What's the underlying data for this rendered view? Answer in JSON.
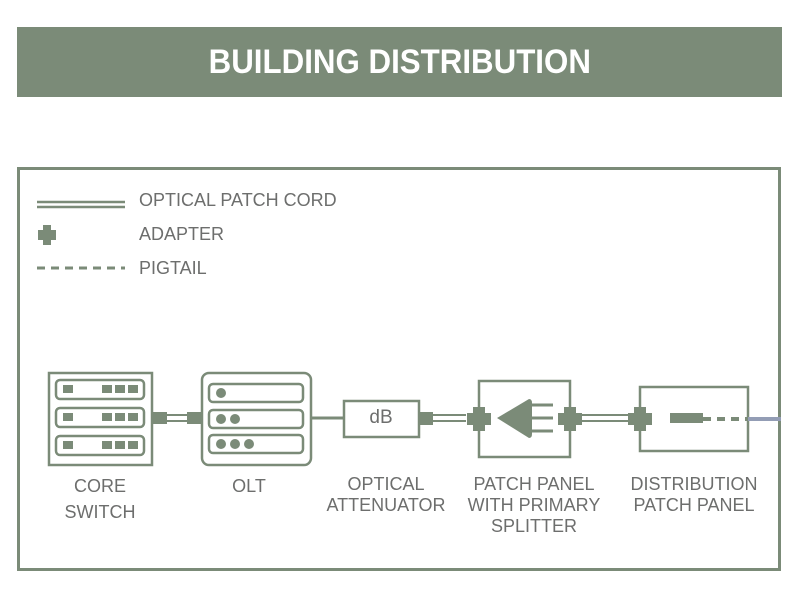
{
  "header": {
    "title": "BUILDING DISTRIBUTION"
  },
  "colors": {
    "primary": "#7b8b78",
    "text": "#6d6e6d",
    "drop_cable": "#939db5"
  },
  "legend": {
    "items": [
      {
        "icon": "double-line-icon",
        "label": "OPTICAL PATCH CORD"
      },
      {
        "icon": "adapter-cross-icon",
        "label": "ADAPTER"
      },
      {
        "icon": "dashed-line-icon",
        "label": "PIGTAIL"
      }
    ]
  },
  "components": {
    "core_switch": {
      "icon": "switch-rack-icon",
      "label_line1": "CORE",
      "label_line2": "SWITCH"
    },
    "olt": {
      "icon": "olt-rack-icon",
      "label_line1": "OLT"
    },
    "attenuator": {
      "icon": "attenuator-box-icon",
      "symbol": "dB",
      "label_line1": "OPTICAL",
      "label_line2": "ATTENUATOR"
    },
    "splitter_panel": {
      "icon": "splitter-icon",
      "label_line1": "PATCH PANEL",
      "label_line2": "WITH PRIMARY",
      "label_line3": "SPLITTER"
    },
    "distribution_panel": {
      "icon": "patch-panel-icon",
      "label_line1": "DISTRIBUTION",
      "label_line2": "PATCH PANEL"
    }
  }
}
